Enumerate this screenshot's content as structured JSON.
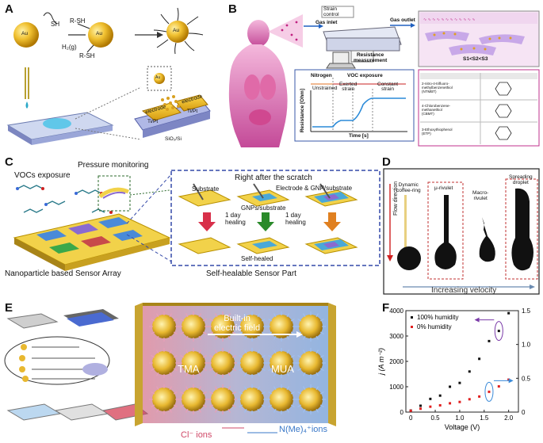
{
  "panels": {
    "a": {
      "letter": "A",
      "au": "Au",
      "sh": "SH",
      "rsh_top": "R-SH",
      "rsh_bottom": "R-SH",
      "h2": "H₂(g)",
      "electrode_left": "electrode",
      "electrode_right": "electrode",
      "tipt_left": "Ti/Pt",
      "tipt_right": "Ti/Pt",
      "substrate": "SiO₂/Si"
    },
    "b": {
      "letter": "B",
      "strain_control": "Strain\ncontrol",
      "gas_inlet": "Gas inlet",
      "gas_outlet": "Gas outlet",
      "resistance_measurement": "Resistance\nmeasurement",
      "strain_order": "S1<S2<S3",
      "graph_nitrogen": "Nitrogen",
      "graph_voc": "VOC exposure",
      "graph_unstrained": "Unstrained",
      "graph_exerted": "Exerted\nstrain",
      "graph_constant": "Constant\nstrain",
      "graph_ylabel": "Resistance [Ohm]",
      "graph_xlabel": "Time [s]",
      "table_rows": [
        "2-nitro-4-trifluoro-\nmethylbenzenethiol\n(NTMBT)",
        "4-Chlorobenzene-\nmethanethiol\n(CBMT)",
        "3-Ethoxythiophenol\n(ETP)"
      ]
    },
    "c": {
      "letter": "C",
      "pressure": "Pressure monitoring",
      "vocs": "VOCs exposure",
      "array": "Nanoparticle based Sensor Array",
      "right_after": "Right after the scratch",
      "substrate": "Substrate",
      "gnps": "GNPs/substrate",
      "electrode_gnp": "Electrode & GNP/substrate",
      "healing1": "1 day\nhealing",
      "healing2": "1 day\nhealing",
      "self_healed": "Self-healed",
      "part": "Self-healable Sensor Part"
    },
    "d": {
      "letter": "D",
      "flow": "Flow direction",
      "labels": [
        "Dynamic\ncoffee-ring",
        "μ-rivulet",
        "Macro-\nrivulet",
        "Spreading\ndroplet"
      ],
      "velocity": "Increasing velocity"
    },
    "e": {
      "letter": "E",
      "builtin": "Built-in\nelectric field",
      "tma": "TMA",
      "mua": "MUA",
      "cl": "Cl⁻ ions",
      "nme": "N(Me)₄⁺ions"
    },
    "f": {
      "letter": "F"
    }
  },
  "colors": {
    "gold": "#e8b830",
    "purple": "#7a5ab0",
    "red": "#d02020",
    "blue": "#3a78c8",
    "dash_blue": "#3348a8",
    "dash_green": "#2e6b2e",
    "dash_red": "#c03030"
  },
  "chart_data": {
    "type": "scatter",
    "title": "",
    "xlabel": "Voltage (V)",
    "ylabel": "j (A m⁻²)",
    "xlim": [
      -0.1,
      2.2
    ],
    "ylim": [
      0,
      4000
    ],
    "y2lim": [
      0,
      1.5
    ],
    "xticks": [
      "0",
      "0.5",
      "1.0",
      "1.5",
      "2.0"
    ],
    "yticks": [
      "0",
      "1000",
      "2000",
      "3000",
      "4000"
    ],
    "y2ticks": [
      "0",
      "0.5",
      "1.0",
      "1.5"
    ],
    "legend_position": "top-left",
    "series": [
      {
        "name": "100% humidity",
        "color": "#111111",
        "axis": "left",
        "x": [
          0,
          0.2,
          0.4,
          0.6,
          0.8,
          1.0,
          1.2,
          1.4,
          1.6,
          1.8,
          2.0
        ],
        "y": [
          60,
          250,
          520,
          650,
          1000,
          1150,
          1600,
          2100,
          2800,
          3200,
          3900
        ]
      },
      {
        "name": "0% humidity",
        "color": "#e02020",
        "axis": "right",
        "x": [
          0,
          0.2,
          0.4,
          0.6,
          0.8,
          1.0,
          1.2,
          1.4,
          1.6,
          1.8,
          2.0
        ],
        "y": [
          0.02,
          0.05,
          0.08,
          0.1,
          0.13,
          0.15,
          0.19,
          0.23,
          0.3,
          0.38,
          0.48
        ]
      }
    ]
  }
}
